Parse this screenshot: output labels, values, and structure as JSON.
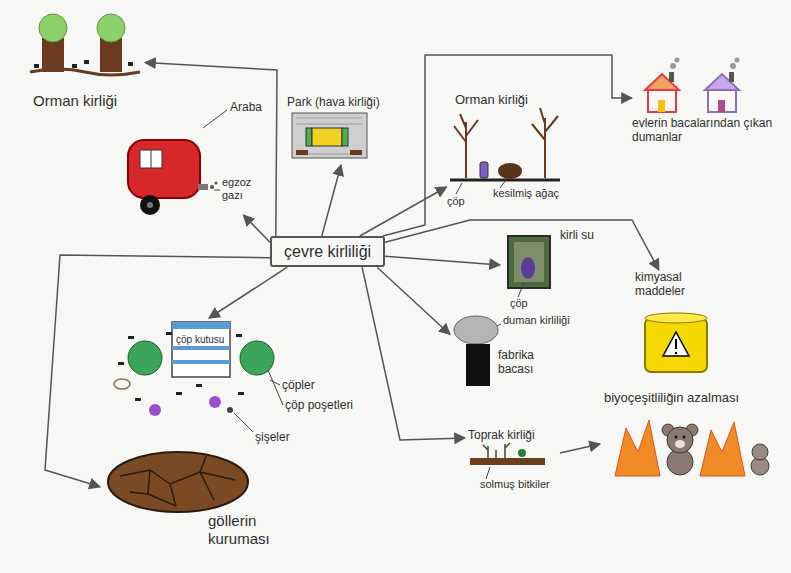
{
  "diagram": {
    "nodes": [
      {
        "text": [
          "Orman kirliği"
        ]
      },
      {
        "text": [
          "Park (hava kirliği)"
        ]
      },
      {
        "text": [
          "Orman kirliği"
        ]
      },
      {
        "text": [
          "evlerin bacalarından çıkan dumanlar"
        ]
      },
      {
        "text": [
          "Araba"
        ]
      },
      {
        "text": [
          "çevre kirliliği"
        ]
      },
      {
        "text": [
          "kirli su"
        ]
      },
      {
        "text": [
          "kimyasal maddeler"
        ]
      },
      {
        "text": [
          "çöp kutusu"
        ]
      },
      {
        "text": [
          "fabrika bacası"
        ]
      },
      {
        "text": [
          "biyoçeşitliliğin azalması"
        ]
      },
      {
        "text": [
          "Toprak kirliği"
        ]
      },
      {
        "text": [
          "göllerin kuruması"
        ]
      }
    ],
    "edges": [
      {
        "from": 5,
        "to": 0,
        "arrow": "to"
      },
      {
        "from": 5,
        "to": 4,
        "arrow": "to"
      },
      {
        "from": 5,
        "to": 1,
        "arrow": "to"
      },
      {
        "from": 5,
        "to": 2,
        "arrow": "to"
      },
      {
        "from": 5,
        "to": 3,
        "arrow": "to"
      },
      {
        "from": 5,
        "to": 6,
        "arrow": "to"
      },
      {
        "from": 5,
        "to": 7,
        "arrow": "to"
      },
      {
        "from": 5,
        "to": 8,
        "arrow": "to"
      },
      {
        "from": 5,
        "to": 9,
        "arrow": "to"
      },
      {
        "from": 5,
        "to": 11,
        "arrow": "to"
      },
      {
        "from": 11,
        "to": 10,
        "arrow": "to"
      },
      {
        "from": 5,
        "to": 12,
        "arrow": "to"
      }
    ],
    "labels": [
      "egzoz gazı",
      "çöp",
      "kesilmiş ağaç",
      "çöp",
      "duman kirliliği",
      "solmuş bitkiler",
      "çöpler",
      "çöp poşetleri",
      "şişeler"
    ]
  }
}
